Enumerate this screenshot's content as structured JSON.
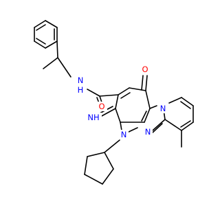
{
  "atoms": [
    {
      "id": "N_amide",
      "text": "N",
      "color": "#0000ff"
    },
    {
      "id": "H_amide",
      "text": "H",
      "color": "#0000ff"
    },
    {
      "id": "O_amide",
      "text": "O",
      "color": "#ff0000"
    },
    {
      "id": "O_ketone",
      "text": "O",
      "color": "#ff0000"
    },
    {
      "id": "N_imine",
      "text": "NH",
      "color": "#0000ff"
    },
    {
      "id": "N1",
      "text": "N",
      "color": "#0000ff"
    },
    {
      "id": "N_mid",
      "text": "N",
      "color": "#0000ff"
    },
    {
      "id": "N_pyr",
      "text": "N",
      "color": "#0000ff"
    }
  ],
  "colors": {
    "bond": "#000000",
    "nitrogen": "#0000ff",
    "oxygen": "#ff0000"
  }
}
